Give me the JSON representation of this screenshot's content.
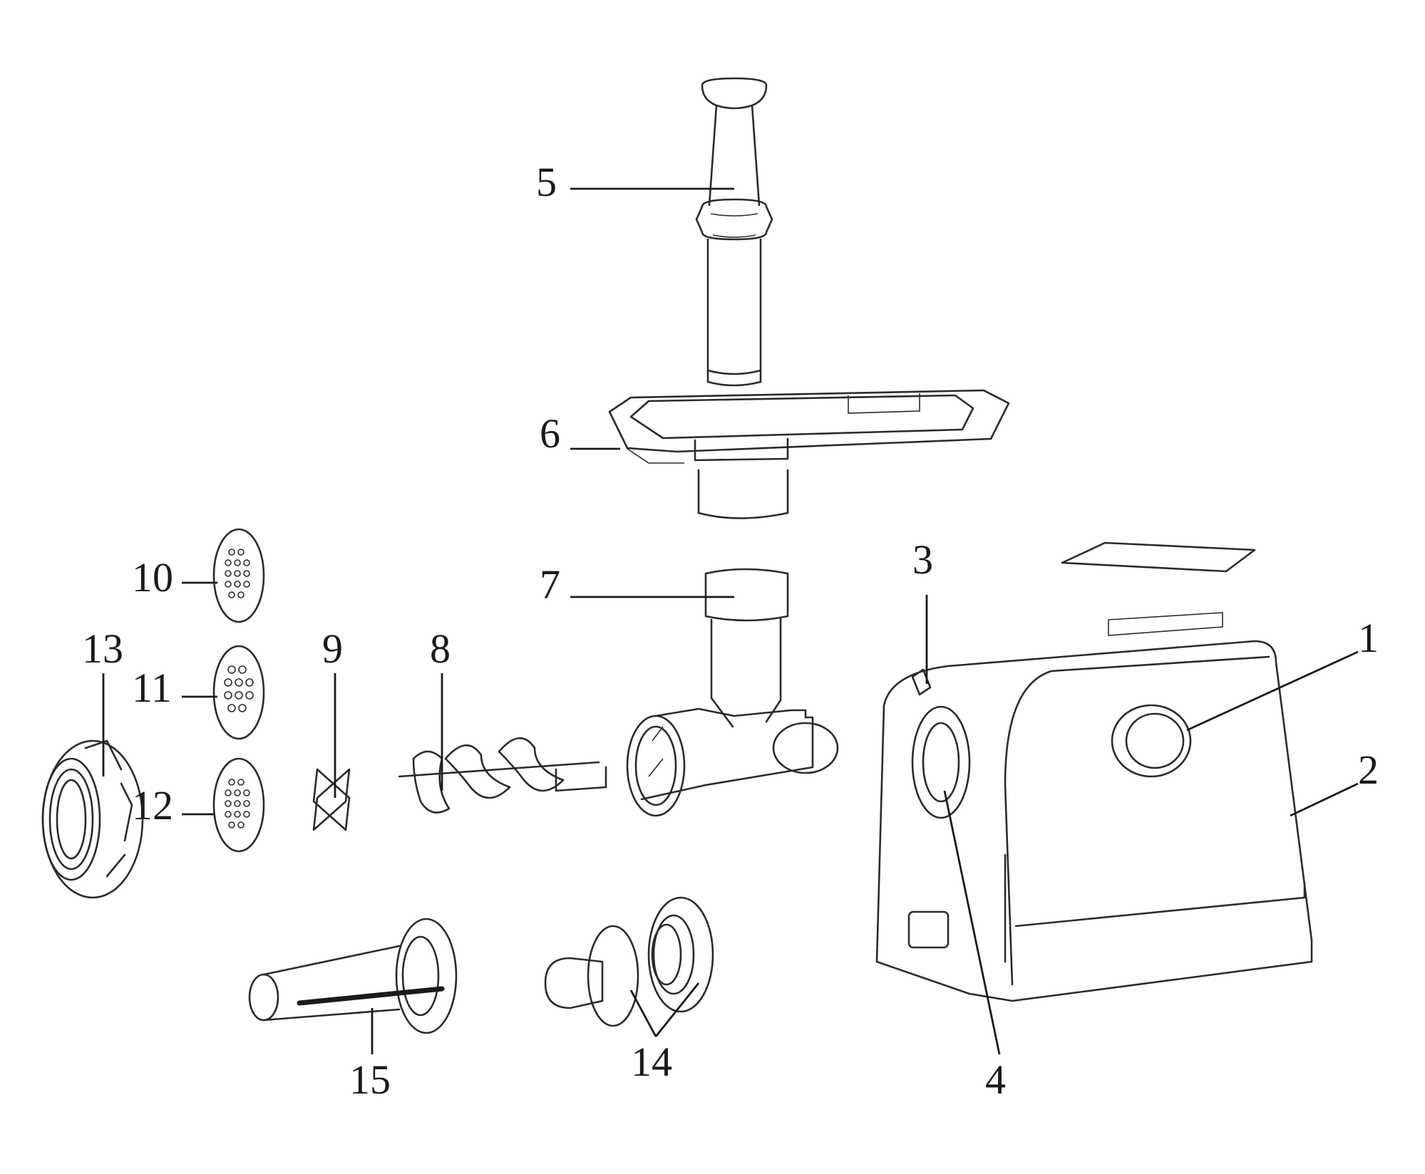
{
  "labels": {
    "l1": "1",
    "l2": "2",
    "l3": "3",
    "l4": "4",
    "l5": "5",
    "l6": "6",
    "l7": "7",
    "l8": "8",
    "l9": "9",
    "l10": "10",
    "l11": "11",
    "l12": "12",
    "l13": "13",
    "l14": "14",
    "l15": "15"
  },
  "colors": {
    "line": "#2b2b2b",
    "background": "#ffffff"
  }
}
